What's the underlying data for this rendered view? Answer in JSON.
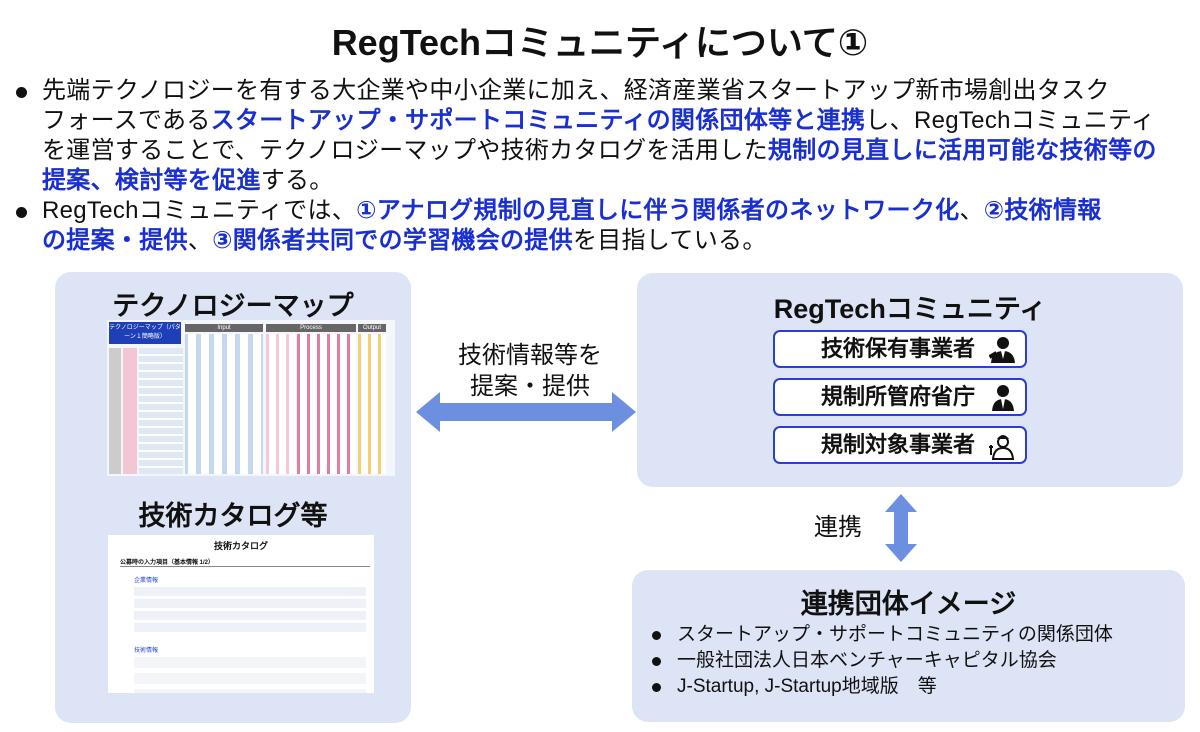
{
  "title": "RegTechコミュニティについて①",
  "bullets": [
    {
      "lines": [
        [
          {
            "t": "先端テクノロジーを有する大企業や中小企業に加え、経済産業省スタートアップ新市場創出タスク"
          }
        ],
        [
          {
            "t": "フォースである"
          },
          {
            "t": "スタートアップ・サポートコミュニティの関係団体等と連携",
            "b": true
          },
          {
            "t": "し、RegTechコミュニティ"
          }
        ],
        [
          {
            "t": "を運営することで、テクノロジーマップや技術カタログを活用した"
          },
          {
            "t": "規制の見直しに活用可能な技術等の",
            "b": true
          }
        ],
        [
          {
            "t": "提案、検討等を促進",
            "b": true
          },
          {
            "t": "する。"
          }
        ]
      ]
    },
    {
      "lines": [
        [
          {
            "t": "RegTechコミュニティでは、"
          },
          {
            "t": "①アナログ規制の見直しに伴う関係者のネットワーク化",
            "b": true
          },
          {
            "t": "、"
          },
          {
            "t": "②技術情報",
            "b": true
          }
        ],
        [
          {
            "t": "の提案・提供",
            "b": true
          },
          {
            "t": "、"
          },
          {
            "t": "③関係者共同での学習機会の提供",
            "b": true
          },
          {
            "t": "を目指している。"
          }
        ]
      ]
    }
  ],
  "left_panel": {
    "map_heading": "テクノロジーマップ",
    "map_thumb": {
      "title": "テクノロジーマップ（パターン１簡略版）",
      "cols": [
        "Input",
        "Process",
        "Output"
      ]
    },
    "catalog_heading": "技術カタログ等",
    "catalog_thumb": {
      "title": "技術カタログ",
      "subtitle": "公募時の入力項目（基本情報 1/2）",
      "sections": [
        "企業情報",
        "技術情報"
      ]
    }
  },
  "arrow_h": {
    "line1": "技術情報等を",
    "line2": "提案・提供"
  },
  "community": {
    "heading": "RegTechコミュニティ",
    "roles": [
      {
        "label": "技術保有事業者",
        "icon": "businessperson-icon"
      },
      {
        "label": "規制所管府省庁",
        "icon": "official-icon"
      },
      {
        "label": "規制対象事業者",
        "icon": "worker-icon"
      }
    ]
  },
  "arrow_v": {
    "label": "連携"
  },
  "partners": {
    "heading": "連携団体イメージ",
    "items": [
      "スタートアップ・サポートコミュニティの関係団体",
      "一般社団法人日本ベンチャーキャピタル協会",
      "J-Startup, J-Startup地域版　等"
    ]
  },
  "colors": {
    "panel": "#dde4f6",
    "accent": "#1a2fd0",
    "arrow": "#6d8fe0"
  }
}
